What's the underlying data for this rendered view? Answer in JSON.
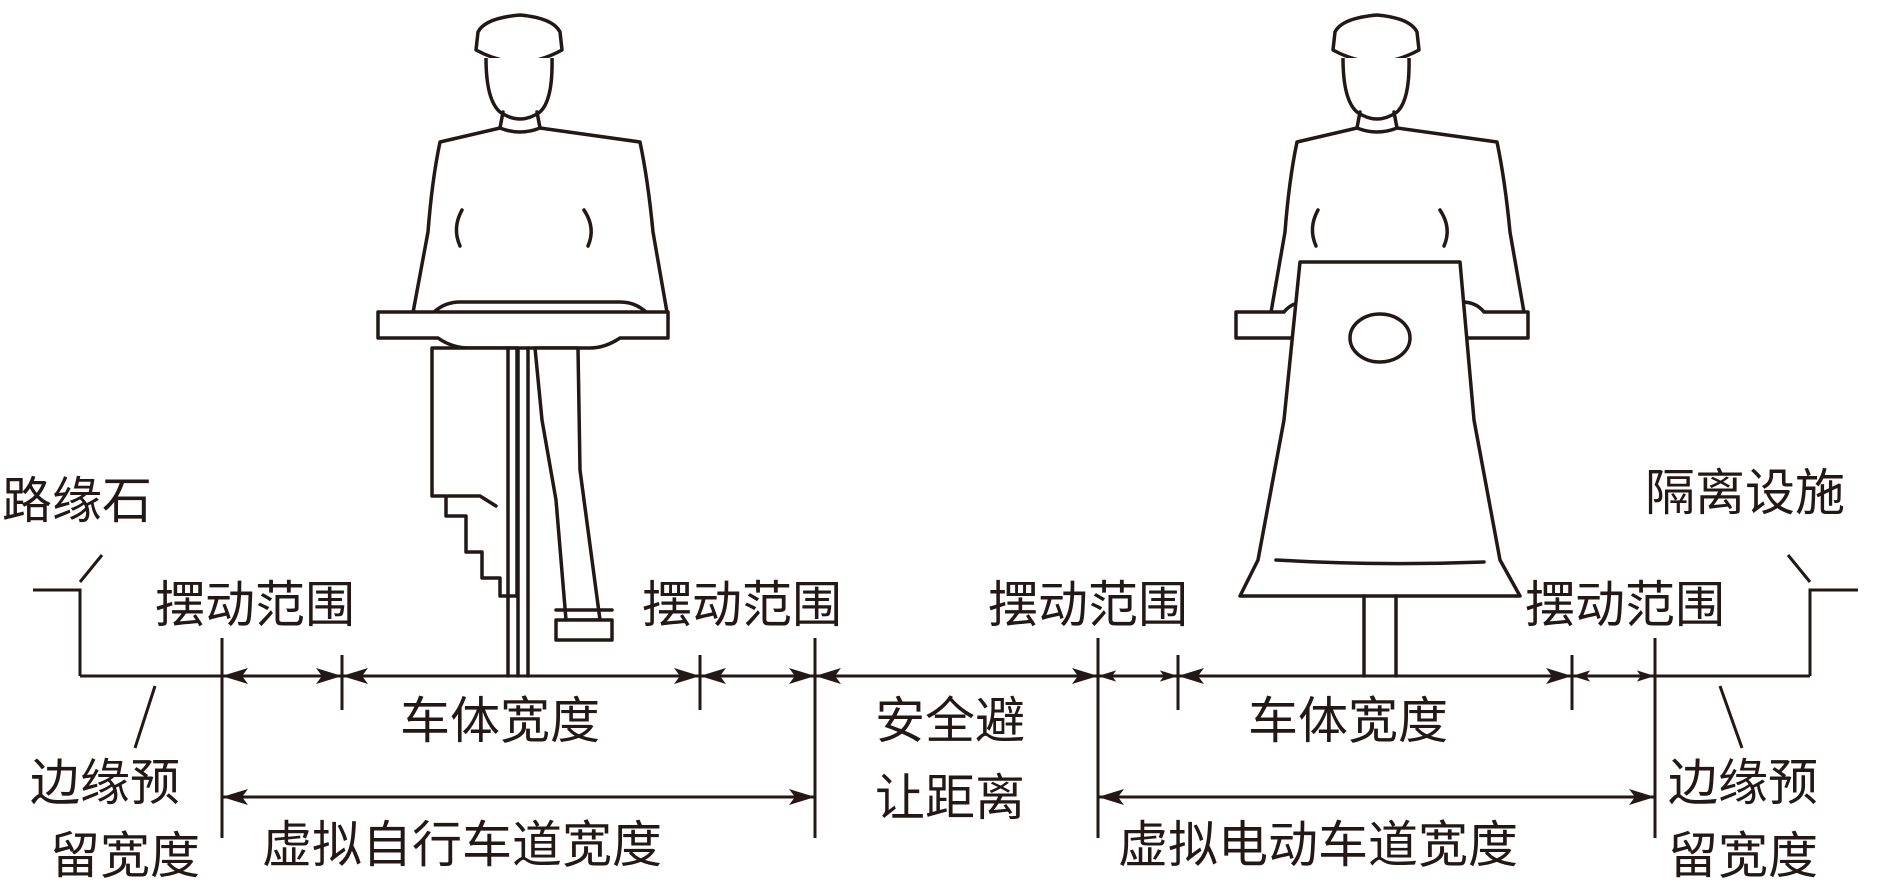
{
  "labels": {
    "curb": "路缘石",
    "isolation_facility": "隔离设施",
    "swing_range": "摆动范围",
    "body_width": "车体宽度",
    "safety_clearance_line1": "安全避",
    "safety_clearance_line2": "让距离",
    "edge_reserve_line1": "边缘预",
    "edge_reserve_line2": "留宽度",
    "virtual_bicycle_lane_width": "虚拟自行车道宽度",
    "virtual_ebike_lane_width": "虚拟电动车道宽度"
  },
  "figures": [
    {
      "name": "bicycle-rider",
      "icon": "cyclist-front-view-icon"
    },
    {
      "name": "electric-bike-rider",
      "icon": "e-bike-rider-front-view-icon"
    }
  ],
  "colors": {
    "ink": "#231815",
    "background": "#ffffff"
  }
}
